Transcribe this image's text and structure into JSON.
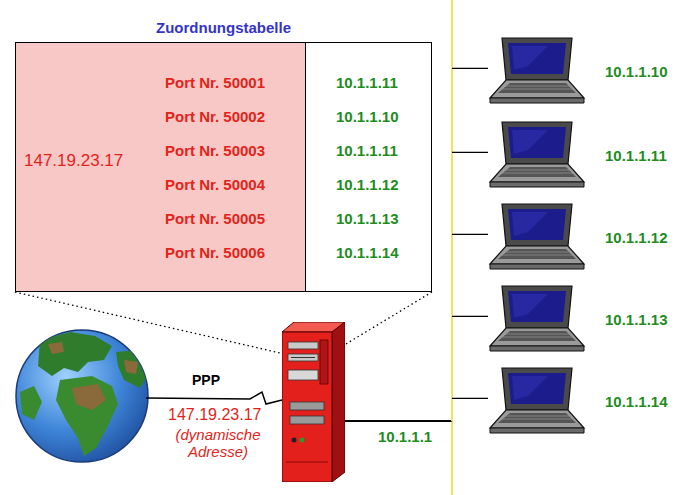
{
  "diagram": {
    "nodes": [
      {
        "text": [
          "Zuordnungstabelle"
        ]
      },
      {
        "text": [
          "10.1.1.1"
        ]
      },
      {
        "text": [
          "10.1.1.10"
        ]
      },
      {
        "text": [
          "10.1.1.11"
        ]
      },
      {
        "text": [
          "10.1.1.12"
        ]
      },
      {
        "text": [
          "10.1.1.13"
        ]
      },
      {
        "text": [
          "10.1.1.14"
        ]
      }
    ],
    "edges": [
      {
        "from": 0,
        "to": 1,
        "arrow": "none"
      },
      {
        "from": 0,
        "to": 1,
        "arrow": "none"
      },
      {
        "from": 1,
        "to": 2,
        "arrow": "none"
      },
      {
        "from": 1,
        "to": 3,
        "arrow": "none"
      },
      {
        "from": 1,
        "to": 4,
        "arrow": "none"
      },
      {
        "from": 1,
        "to": 5,
        "arrow": "none"
      },
      {
        "from": 1,
        "to": 6,
        "arrow": "none"
      }
    ],
    "labels": [
      "147.19.23.17",
      "Port Nr. 50001",
      "10.1.1.11",
      "Port Nr. 50002",
      "10.1.1.10",
      "Port Nr. 50003",
      "10.1.1.11",
      "Port Nr. 50004",
      "10.1.1.12",
      "Port Nr. 50005",
      "10.1.1.13",
      "Port Nr. 50006",
      "10.1.1.14",
      "PPP",
      "147.19.23.17",
      "(dynamische Adresse)"
    ]
  }
}
